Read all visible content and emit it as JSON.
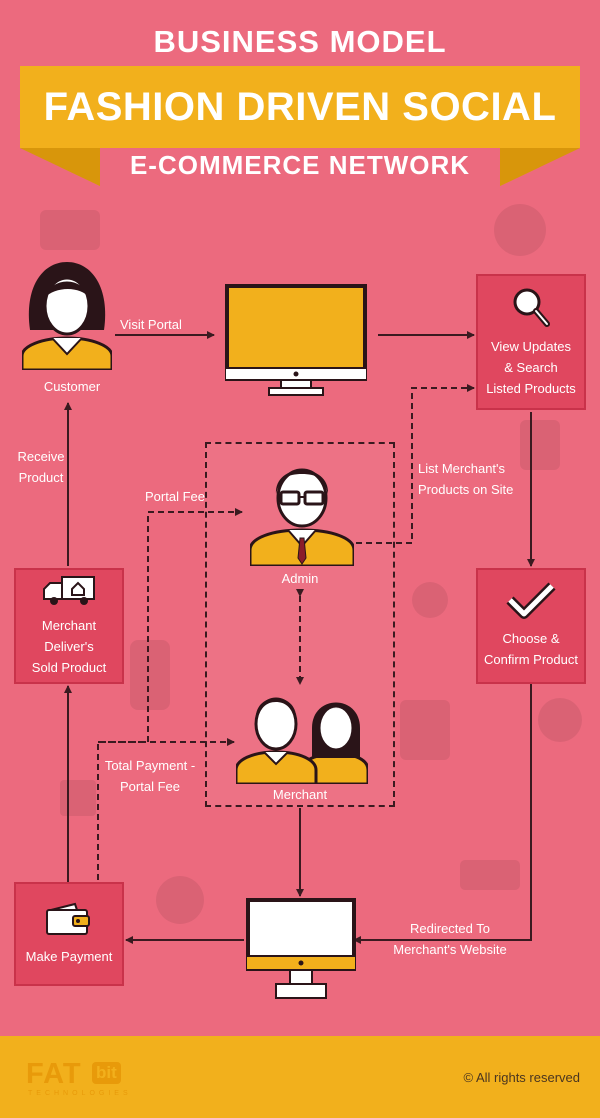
{
  "header": {
    "line1": "BUSINESS MODEL",
    "line2": "FASHION DRIVEN SOCIAL",
    "line3": "E-COMMERCE NETWORK"
  },
  "nodes": {
    "customer": "Customer",
    "view_updates_l1": "View Updates",
    "view_updates_l2": "& Search",
    "view_updates_l3": "Listed Products",
    "admin": "Admin",
    "merchant": "Merchant",
    "merchant_deliver_l1": "Merchant Deliver's",
    "merchant_deliver_l2": "Sold Product",
    "choose_l1": "Choose &",
    "choose_l2": "Confirm Product",
    "make_payment": "Make Payment"
  },
  "edges": {
    "visit_portal": "Visit Portal",
    "receive_l1": "Receive",
    "receive_l2": "Product",
    "portal_fee": "Portal Fee",
    "list_l1": "List Merchant's",
    "list_l2": "Products on Site",
    "total_l1": "Total Payment -",
    "total_l2": "Portal Fee",
    "redirect_l1": "Redirected To",
    "redirect_l2": "Merchant's Website"
  },
  "footer": {
    "logo_fat": "FAT",
    "logo_bit": "bit",
    "logo_tech": "TECHNOLOGIES",
    "rights": "© All rights reserved"
  },
  "colors": {
    "background": "#ec6a7e",
    "box": "#e0475f",
    "accent": "#f2b01c",
    "line": "#3a1a20"
  }
}
